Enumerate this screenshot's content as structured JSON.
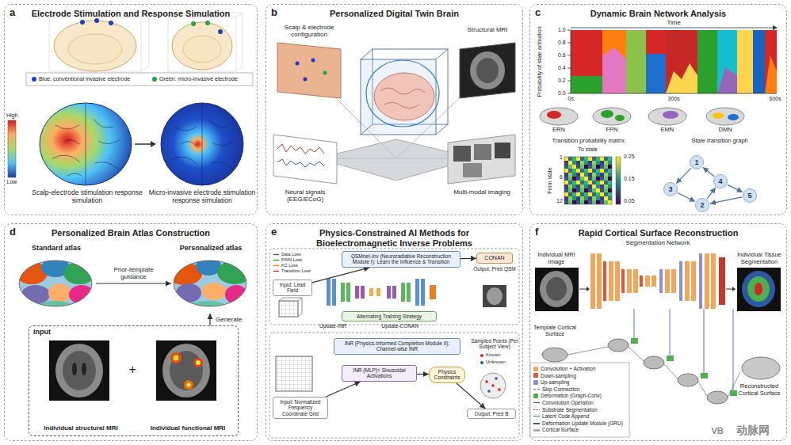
{
  "diagram": {
    "nodes": [
      {
        "text": [
          "a",
          "Electrode Stimulation and Response Simulation"
        ]
      },
      {
        "text": [
          "b",
          "Personalized Digital Twin Brain"
        ]
      },
      {
        "text": [
          "c",
          "Dynamic Brain Network Analysis"
        ]
      },
      {
        "text": [
          "d",
          "Personalized Brain Atlas Construction"
        ]
      },
      {
        "text": [
          "e",
          "Physics-Constrained AI Methods for Bioelectromagnetic Inverse Problems"
        ]
      },
      {
        "text": [
          "f",
          "Rapid Cortical Surface Reconstruction"
        ]
      },
      {
        "text": [
          "1"
        ],
        "in": 2
      },
      {
        "text": [
          "2"
        ],
        "in": 2
      },
      {
        "text": [
          "3"
        ],
        "in": 2
      },
      {
        "text": [
          "4"
        ],
        "in": 2
      },
      {
        "text": [
          "5"
        ],
        "in": 2
      },
      {
        "text": [
          "Standard atlas"
        ],
        "in": 3
      },
      {
        "text": [
          "Personalized atlas"
        ],
        "in": 3
      },
      {
        "text": [
          "Input"
        ],
        "in": 3
      },
      {
        "text": [
          "Individual structural MRI"
        ],
        "in": 13
      },
      {
        "text": [
          "Individual functional MRI"
        ],
        "in": 13
      },
      {
        "text": [
          "QSMnet-Inv (Neuroradiative Reconstruction Module I): Learn the Influence & Transition"
        ],
        "in": 4
      },
      {
        "text": [
          "Input: Lead Field"
        ],
        "in": 4
      },
      {
        "text": [
          "CONAN"
        ],
        "in": 4
      },
      {
        "text": [
          "Alternating Training Strategy"
        ],
        "in": 4
      },
      {
        "text": [
          "INR (Physics-Informed Completion Module II): Channel-wise INR"
        ],
        "in": 4
      },
      {
        "text": [
          "Input: Normalized Frequency Coordinate Grid"
        ],
        "in": 4
      },
      {
        "text": [
          "INR (MLP)= Sinusoidal Activations"
        ],
        "in": 4
      },
      {
        "text": [
          "Physics Constraints"
        ],
        "in": 4
      },
      {
        "text": [
          "Output: Pred B"
        ],
        "in": 4
      }
    ],
    "edges": [
      {
        "from": 6,
        "to": 8,
        "arrow": "to"
      },
      {
        "from": 8,
        "to": 7,
        "arrow": "to"
      },
      {
        "from": 7,
        "to": 9,
        "arrow": "to"
      },
      {
        "from": 9,
        "to": 6,
        "arrow": "to"
      },
      {
        "from": 9,
        "to": 10,
        "arrow": "to"
      },
      {
        "from": 10,
        "to": 7,
        "arrow": "to"
      },
      {
        "from": 11,
        "to": 12,
        "label": "Prior-template guidance",
        "arrow": "to"
      },
      {
        "from": 13,
        "to": 12,
        "label": "Generate",
        "arrow": "to"
      },
      {
        "from": 17,
        "to": 16,
        "arrow": "to"
      },
      {
        "from": 16,
        "to": 18,
        "arrow": "to"
      },
      {
        "from": 21,
        "to": 22,
        "arrow": "to"
      },
      {
        "from": 22,
        "to": 23,
        "arrow": "to"
      },
      {
        "from": 23,
        "to": 24,
        "arrow": "to"
      }
    ],
    "labels": [
      "High",
      "Low",
      "Scalp-electrode stimulation response simulation",
      "Micro-invasive electrode stimulation response simulation",
      "Scalp & electrode configuration",
      "Structural MRI",
      "Neural signals (EEG/ECoG)",
      "Multi-modal imaging",
      "Time",
      "Probability of state activation",
      "1.0",
      "0.8",
      "0.6",
      "0.4",
      "0.2",
      "0.0",
      "0s",
      "300s",
      "600s",
      "ERN",
      "FPN",
      "EMN",
      "DMN",
      "Transition probability matrix",
      "To state",
      "From state",
      "1",
      "6",
      "12",
      "0.25",
      "0.15",
      "0.05",
      "State transition graph",
      "+",
      "Data Loss",
      "PINN Loss",
      "KC Loss",
      "Transition Loss",
      "Output: Pred QSM",
      "Update-INR",
      "Update-CONAN",
      "Sampled Points (Per Subject View)",
      "Known",
      "Unknown",
      "Individual MRI Image",
      "Segmentation Network",
      "Individual Tissue Segmentation",
      "Template Cortical Surface",
      "Reconstructed Cortical Surface",
      "VB",
      "动脉网"
    ],
    "legend": [
      {
        "text": "Blue: conventional invasive electrode",
        "color": "#1f3fbf"
      },
      {
        "text": "Green: micro-invasive electrode",
        "color": "#22a34a"
      },
      {
        "text": "Convolution + Activation",
        "color": "#f2a65a"
      },
      {
        "text": "Down-sampling",
        "color": "#e2553b"
      },
      {
        "text": "Up-sampling",
        "color": "#8a8fd6"
      },
      {
        "text": "Skip Connection"
      },
      {
        "text": "Deformation (Graph-Conv)",
        "color": "#4caf50"
      },
      {
        "text": "Convolution Operation"
      },
      {
        "text": "Substrate Segmentation"
      },
      {
        "text": "Latent Code Append"
      },
      {
        "text": "Deformation Update Module (GRU)"
      },
      {
        "text": "Cortical Surface"
      }
    ]
  }
}
